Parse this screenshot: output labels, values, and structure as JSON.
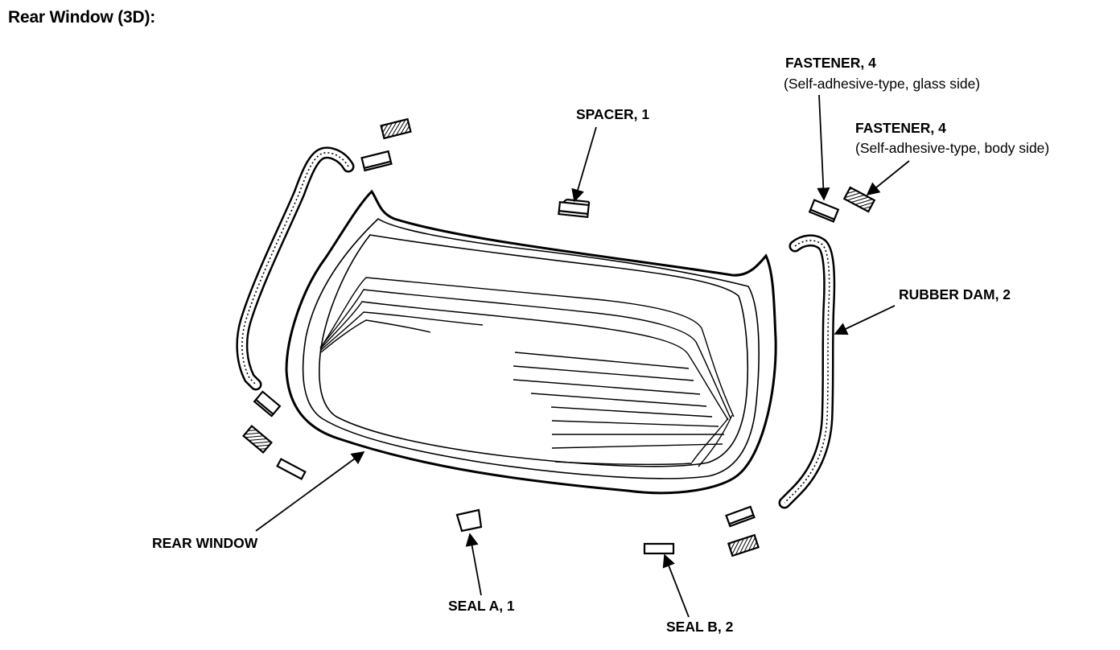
{
  "title": "Rear Window (3D):",
  "labels": {
    "spacer": "SPACER, 1",
    "fastener_glass": "FASTENER, 4",
    "fastener_glass_note": "(Self-adhesive-type, glass side)",
    "fastener_body": "FASTENER, 4",
    "fastener_body_note": "(Self-adhesive-type, body side)",
    "rubber_dam": "RUBBER DAM, 2",
    "rear_window": "REAR WINDOW",
    "seal_a": "SEAL A, 1",
    "seal_b": "SEAL B, 2"
  },
  "colors": {
    "line": "#000000",
    "background": "#ffffff"
  }
}
